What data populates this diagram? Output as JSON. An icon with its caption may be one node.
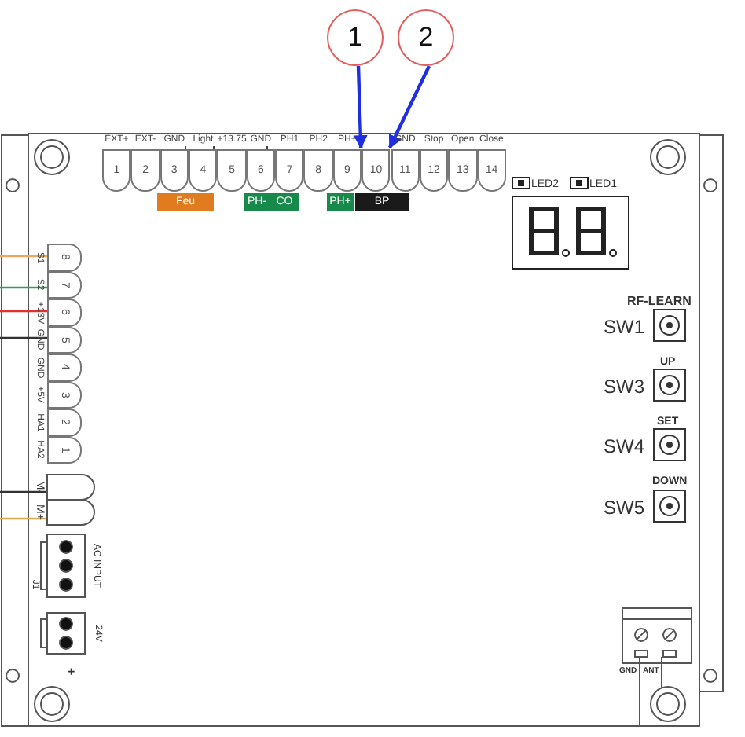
{
  "diagram": {
    "nodes": [
      {
        "text": [
          "1"
        ]
      },
      {
        "text": [
          "2"
        ]
      },
      {
        "text": [
          "1"
        ],
        "beside": [
          "EXT+"
        ]
      },
      {
        "text": [
          "2"
        ],
        "beside": [
          "EXT-"
        ]
      },
      {
        "text": [
          "3"
        ],
        "beside": [
          "GND"
        ]
      },
      {
        "text": [
          "4"
        ],
        "beside": [
          "Light"
        ]
      },
      {
        "text": [
          "5"
        ],
        "beside": [
          "+13.75"
        ]
      },
      {
        "text": [
          "6"
        ],
        "beside": [
          "GND"
        ]
      },
      {
        "text": [
          "7"
        ],
        "beside": [
          "PH1"
        ]
      },
      {
        "text": [
          "8"
        ],
        "beside": [
          "PH2"
        ]
      },
      {
        "text": [
          "9"
        ],
        "beside": [
          "PH+"
        ]
      },
      {
        "text": [
          "10"
        ]
      },
      {
        "text": [
          "11"
        ],
        "beside": [
          "GND"
        ]
      },
      {
        "text": [
          "12"
        ],
        "beside": [
          "Stop"
        ]
      },
      {
        "text": [
          "13"
        ],
        "beside": [
          "Open"
        ]
      },
      {
        "text": [
          "14"
        ],
        "beside": [
          "Close"
        ]
      },
      {
        "text": [
          "Feu"
        ]
      },
      {
        "text": [
          "PH-"
        ]
      },
      {
        "text": [
          "CO"
        ]
      },
      {
        "text": [
          "PH+"
        ]
      },
      {
        "text": [
          "BP"
        ]
      },
      {
        "text": [
          "8"
        ],
        "beside": [
          "S1"
        ]
      },
      {
        "text": [
          "7"
        ],
        "beside": [
          "S2"
        ]
      },
      {
        "text": [
          "6"
        ],
        "beside": [
          "+13V"
        ]
      },
      {
        "text": [
          "5"
        ],
        "beside": [
          "GND"
        ]
      },
      {
        "text": [
          "4"
        ],
        "beside": [
          "GND"
        ]
      },
      {
        "text": [
          "3"
        ],
        "beside": [
          "+5V"
        ]
      },
      {
        "text": [
          "2"
        ],
        "beside": [
          "HA1"
        ]
      },
      {
        "text": [
          "1"
        ],
        "beside": [
          "HA2"
        ]
      }
    ],
    "edges": [
      {
        "from": 0,
        "to": 11,
        "arrow": "to"
      },
      {
        "from": 1,
        "to": 12,
        "arrow": "to"
      }
    ],
    "labels": [
      "LED2",
      "LED1",
      "RF-LEARN",
      "SW1",
      "UP",
      "SW3",
      "SET",
      "SW4",
      "DOWN",
      "SW5",
      "M-",
      "M+",
      "AC INPUT",
      "J1",
      "24V",
      "+",
      "GND",
      "ANT"
    ]
  }
}
